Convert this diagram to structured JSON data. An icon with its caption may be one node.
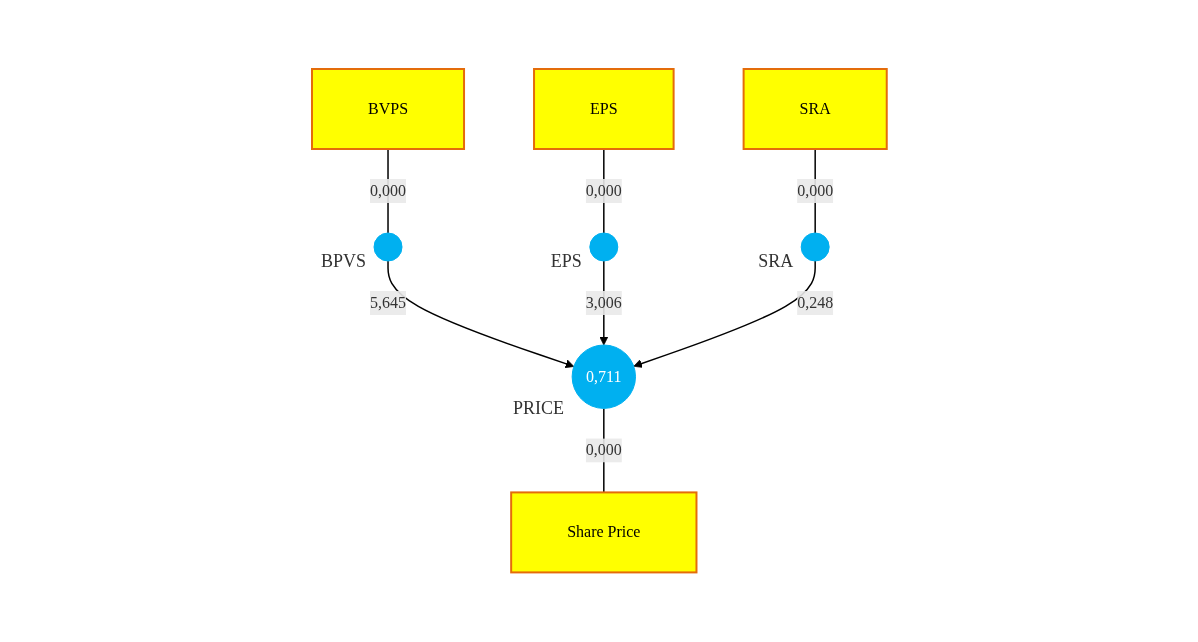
{
  "diagram": {
    "nodes": [
      {
        "text": [
          "BVPS"
        ]
      },
      {
        "text": [
          "EPS"
        ]
      },
      {
        "text": [],
        "shape": "circle",
        "beside": [
          "BPVS"
        ]
      },
      {
        "text": [],
        "shape": "circle",
        "beside": [
          "EPS"
        ]
      },
      {
        "text": [
          "SRA"
        ]
      },
      {
        "text": [],
        "shape": "circle",
        "beside": [
          "SRA"
        ]
      },
      {
        "text": [
          "0,711"
        ],
        "beside": [
          "PRICE"
        ]
      },
      {
        "text": [
          "Share Price"
        ]
      }
    ],
    "edges": [
      {
        "from": 0,
        "to": 2,
        "arrow": "none",
        "label": "0,000"
      },
      {
        "from": 1,
        "to": 3,
        "arrow": "none",
        "label": "0,000"
      },
      {
        "from": 2,
        "to": 6,
        "arrow": "to",
        "label": "5,645"
      },
      {
        "from": 3,
        "to": 6,
        "arrow": "to",
        "label": "3,006"
      },
      {
        "from": 4,
        "to": 5,
        "arrow": "none",
        "label": "0,000"
      },
      {
        "from": 5,
        "to": 6,
        "arrow": "to",
        "label": "0,248"
      },
      {
        "from": 6,
        "to": 7,
        "arrow": "none",
        "label": "0,000"
      }
    ]
  }
}
